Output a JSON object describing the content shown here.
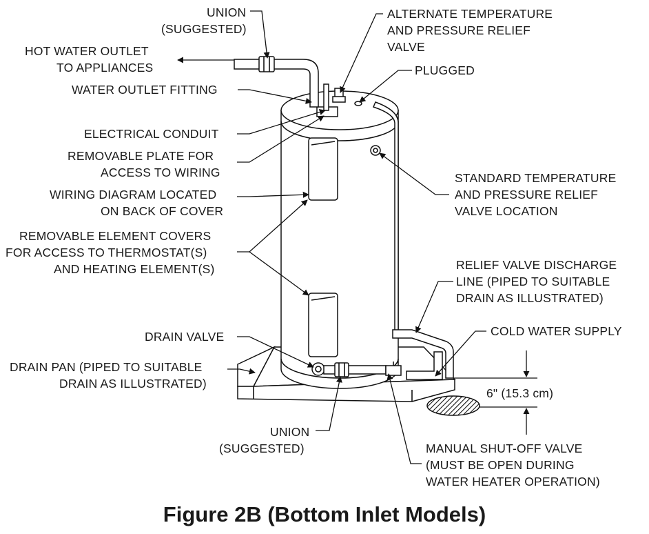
{
  "labels": {
    "union_top_1": "UNION",
    "union_top_2": "(SUGGESTED)",
    "hot_outlet_1": "HOT WATER OUTLET",
    "hot_outlet_2": "TO APPLIANCES",
    "water_outlet_fitting": "WATER OUTLET FITTING",
    "electrical_conduit": "ELECTRICAL CONDUIT",
    "removable_plate_1": "REMOVABLE PLATE FOR",
    "removable_plate_2": "ACCESS TO WIRING",
    "wiring_diagram_1": "WIRING DIAGRAM LOCATED",
    "wiring_diagram_2": "ON BACK OF COVER",
    "element_covers_1": "REMOVABLE ELEMENT COVERS",
    "element_covers_2": "FOR ACCESS TO THERMOSTAT(S)",
    "element_covers_3": "AND HEATING ELEMENT(S)",
    "drain_valve": "DRAIN VALVE",
    "drain_pan_1": "DRAIN PAN (PIPED TO SUITABLE",
    "drain_pan_2": "DRAIN AS ILLUSTRATED)",
    "union_bottom_1": "UNION",
    "union_bottom_2": "(SUGGESTED)",
    "alt_tp_1": "ALTERNATE TEMPERATURE",
    "alt_tp_2": "AND PRESSURE RELIEF",
    "alt_tp_3": "VALVE",
    "plugged": "PLUGGED",
    "std_tp_1": "STANDARD TEMPERATURE",
    "std_tp_2": "AND PRESSURE RELIEF",
    "std_tp_3": "VALVE LOCATION",
    "relief_line_1": "RELIEF VALVE DISCHARGE",
    "relief_line_2": "LINE (PIPED TO SUITABLE",
    "relief_line_3": "DRAIN AS ILLUSTRATED)",
    "cold_supply": "COLD WATER SUPPLY",
    "clearance": "6\" (15.3 cm)",
    "shutoff_1": "MANUAL SHUT-OFF VALVE",
    "shutoff_2": "(MUST BE OPEN DURING",
    "shutoff_3": "WATER HEATER OPERATION)"
  },
  "caption": "Figure 2B (Bottom Inlet Models)"
}
